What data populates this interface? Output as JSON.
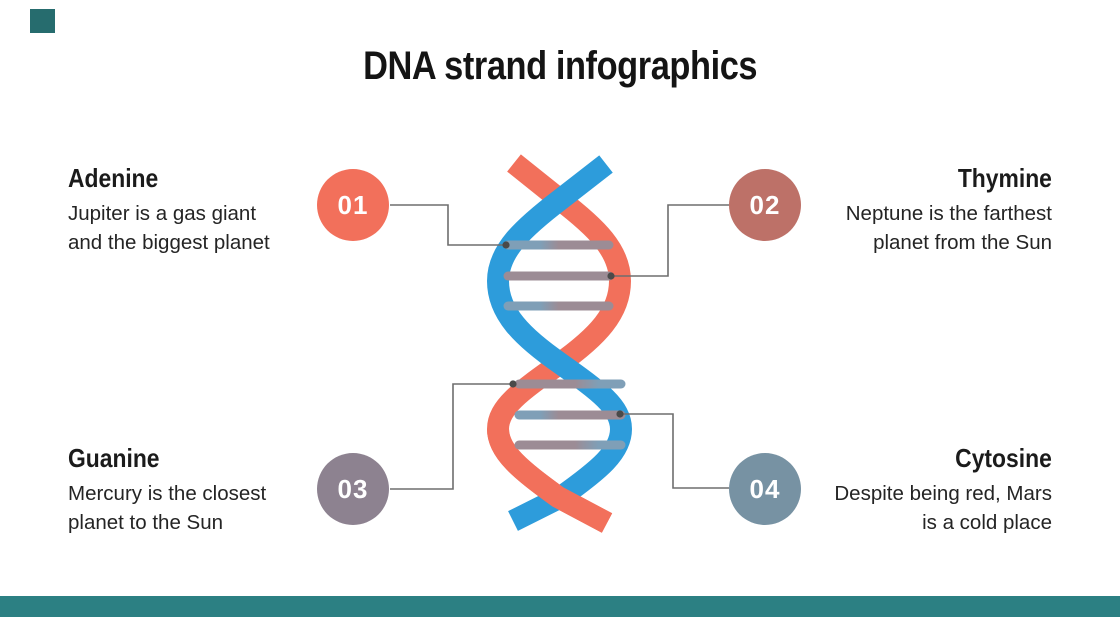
{
  "title": "DNA strand infographics",
  "decor": {
    "corner_square_color": "#266C6E",
    "bottom_bar_color": "#2C8083"
  },
  "items": [
    {
      "id": "01",
      "name": "Adenine",
      "line1": "Jupiter is a gas giant",
      "line2": "and the biggest planet",
      "circle_color": "#F2705B"
    },
    {
      "id": "02",
      "name": "Thymine",
      "line1": "Neptune is the farthest",
      "line2": "planet from the Sun",
      "circle_color": "#BD7168"
    },
    {
      "id": "03",
      "name": "Guanine",
      "line1": "Mercury is the closest",
      "line2": "planet to the Sun",
      "circle_color": "#8D8290"
    },
    {
      "id": "04",
      "name": "Cytosine",
      "line1": "Despite being red, Mars",
      "line2": "is a cold place",
      "circle_color": "#7792A3"
    }
  ],
  "helix": {
    "strand_blue": "#2D9CDB",
    "strand_orange": "#F2705B",
    "rung_mauve": "#9C8C95",
    "rung_slate": "#7F9FB7",
    "connector_color": "#6E6E6E",
    "dot_color": "#4A4A4A"
  }
}
